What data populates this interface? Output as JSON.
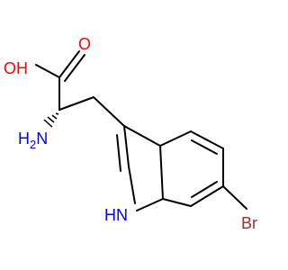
{
  "molecule": {
    "atoms": {
      "oh": {
        "text": "OH",
        "color": "#ff0000"
      },
      "o": {
        "text": "O",
        "color": "#ff0000"
      },
      "amine": {
        "text": "H",
        "sub": "2",
        "suffix": "N",
        "color": "#0000ff"
      },
      "indole_nh": {
        "text": "HN",
        "color": "#0000ff"
      },
      "br": {
        "text": "Br",
        "color": "#a52a2a"
      }
    },
    "colors": {
      "bond": "#000000",
      "oxygen": "#ff0000",
      "nitrogen": "#0000ff",
      "bromine": "#a52a2a"
    }
  }
}
